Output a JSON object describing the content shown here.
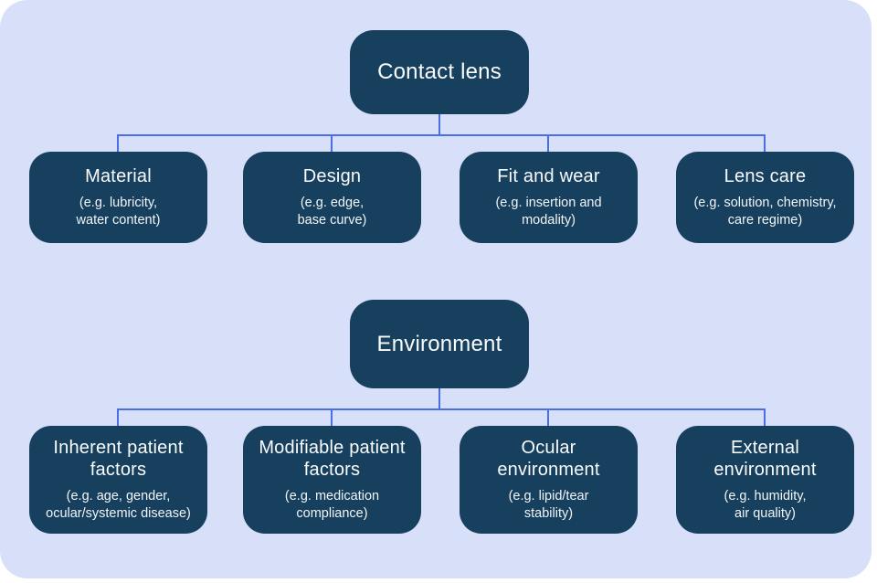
{
  "colors": {
    "page": "#ffffff",
    "surface": "#d8dff9",
    "box": "#16405e",
    "line": "#4a6ee3",
    "text": "#fafbfd"
  },
  "trees": [
    {
      "root": {
        "title": "Contact lens"
      },
      "children": [
        {
          "title": "Material",
          "subtitle": "(e.g. lubricity,\nwater content)"
        },
        {
          "title": "Design",
          "subtitle": "(e.g. edge,\nbase curve)"
        },
        {
          "title": "Fit and wear",
          "subtitle": "(e.g. insertion and\nmodality)"
        },
        {
          "title": "Lens care",
          "subtitle": "(e.g. solution, chemistry,\ncare regime)"
        }
      ]
    },
    {
      "root": {
        "title": "Environment"
      },
      "children": [
        {
          "title": "Inherent patient\nfactors",
          "subtitle": "(e.g. age, gender,\nocular/systemic disease)"
        },
        {
          "title": "Modifiable patient\nfactors",
          "subtitle": "(e.g. medication\ncompliance)"
        },
        {
          "title": "Ocular\nenvironment",
          "subtitle": "(e.g. lipid/tear\nstability)"
        },
        {
          "title": "External\nenvironment",
          "subtitle": "(e.g. humidity,\nair quality)"
        }
      ]
    }
  ]
}
